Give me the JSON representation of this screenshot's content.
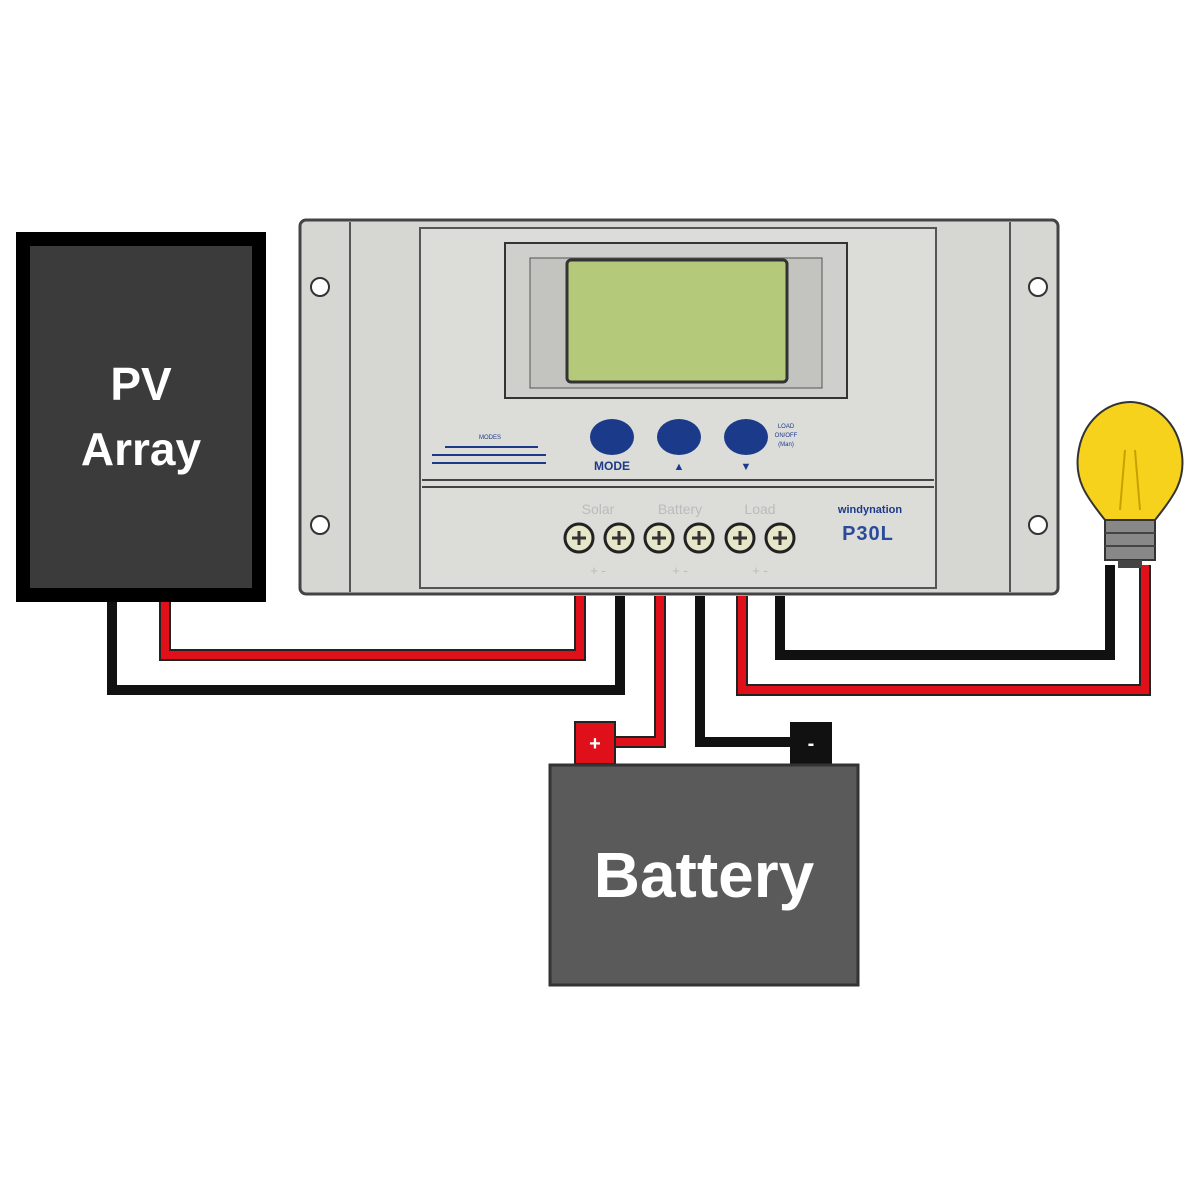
{
  "pv_array": {
    "line1": "PV",
    "line2": "Array"
  },
  "battery": {
    "label": "Battery",
    "plus": "+",
    "minus": "-"
  },
  "controller": {
    "brand": "windynation",
    "model": "P30L",
    "buttons": {
      "mode": "MODE",
      "up": "▲",
      "down": "▼"
    },
    "load_note": [
      "LOAD",
      "ON/OFF",
      "(Man)"
    ],
    "modes_title": "MODES",
    "terminals": {
      "solar": "Solar",
      "battery": "Battery",
      "load": "Load"
    },
    "terminal_polarity": "+ -"
  },
  "colors": {
    "positive_wire": "#e0101a",
    "negative_wire": "#111111",
    "button": "#1c3a8a",
    "lcd": "#b5c97a",
    "bulb": "#f7d21c"
  }
}
